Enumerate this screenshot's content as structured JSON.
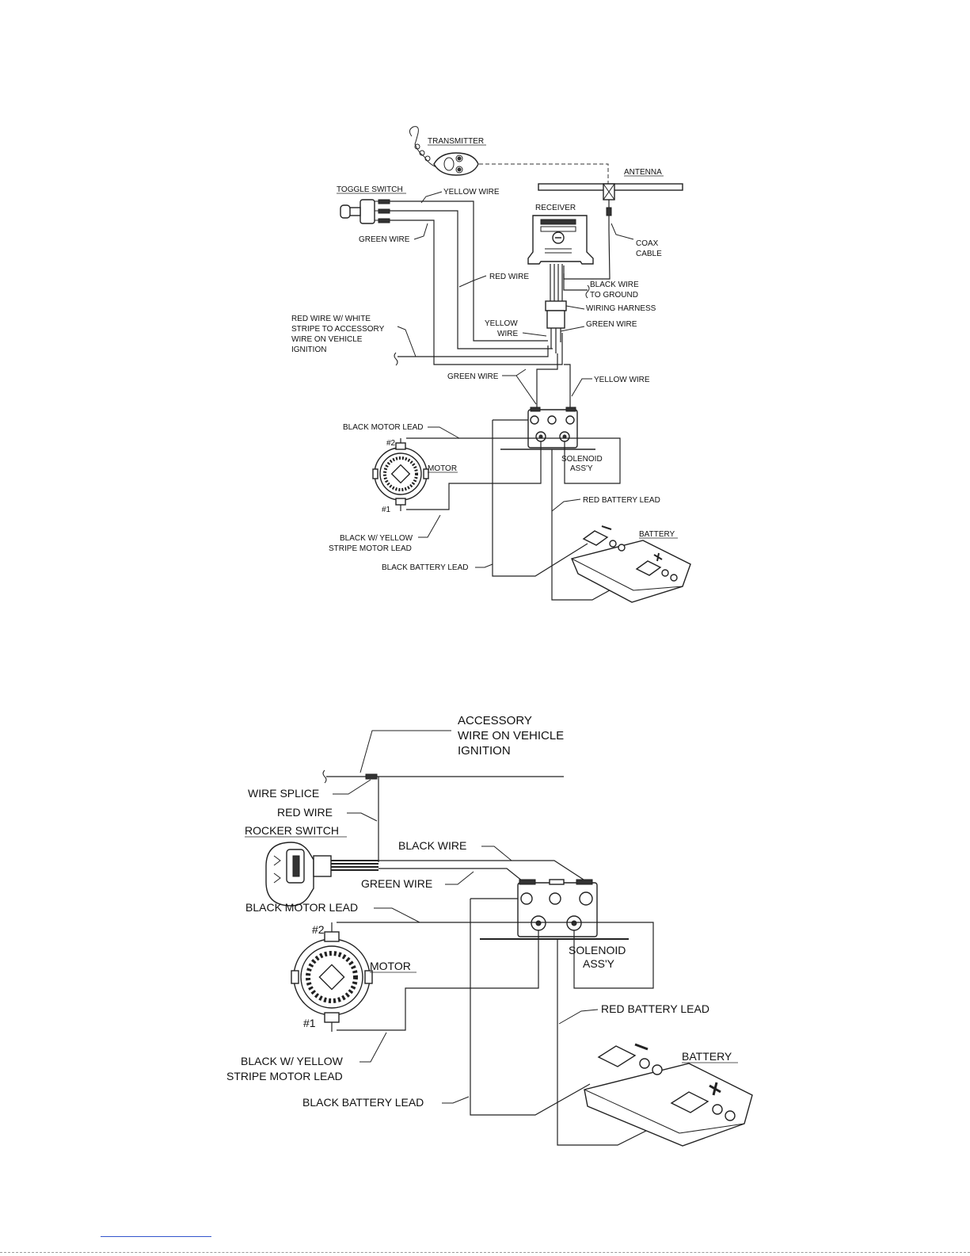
{
  "diagram1": {
    "labels": {
      "transmitter": "TRANSMITTER",
      "antenna": "ANTENNA",
      "toggle_switch": "TOGGLE SWITCH",
      "yellow_wire_top": "YELLOW WIRE",
      "receiver": "RECEIVER",
      "green_wire_top": "GREEN WIRE",
      "coax_1": "COAX",
      "coax_2": "CABLE",
      "red_wire": "RED WIRE",
      "black_wire_ground_1": "BLACK WIRE",
      "black_wire_ground_2": "TO GROUND",
      "wiring_harness": "WIRING HARNESS",
      "accessory_1": "RED WIRE W/ WHITE",
      "accessory_2": "STRIPE TO ACCESSORY",
      "accessory_3": "WIRE ON VEHICLE",
      "accessory_4": "IGNITION",
      "yellow_wire_mid_1": "YELLOW",
      "yellow_wire_mid_2": "WIRE",
      "green_wire_right": "GREEN WIRE",
      "green_wire_bottom": "GREEN WIRE",
      "yellow_wire_bottom": "YELLOW WIRE",
      "black_motor_lead": "BLACK MOTOR LEAD",
      "motor_terminal_2": "#2",
      "motor": "MOTOR",
      "motor_terminal_1": "#1",
      "solenoid_1": "SOLENOID",
      "solenoid_2": "ASS'Y",
      "red_battery_lead": "RED BATTERY LEAD",
      "battery": "BATTERY",
      "black_yellow_1": "BLACK W/ YELLOW",
      "black_yellow_2": "STRIPE MOTOR LEAD",
      "black_battery_lead": "BLACK BATTERY LEAD"
    }
  },
  "diagram2": {
    "labels": {
      "accessory_1": "ACCESSORY",
      "accessory_2": "WIRE ON VEHICLE",
      "accessory_3": "IGNITION",
      "wire_splice": "WIRE SPLICE",
      "red_wire": "RED WIRE",
      "rocker_switch": "ROCKER SWITCH",
      "black_wire": "BLACK WIRE",
      "green_wire": "GREEN WIRE",
      "black_motor_lead": "BLACK MOTOR LEAD",
      "motor_terminal_2": "#2",
      "motor": "MOTOR",
      "motor_terminal_1": "#1",
      "solenoid_1": "SOLENOID",
      "solenoid_2": "ASS'Y",
      "red_battery_lead": "RED BATTERY LEAD",
      "battery": "BATTERY",
      "black_yellow_1": "BLACK W/ YELLOW",
      "black_yellow_2": "STRIPE MOTOR LEAD",
      "black_battery_lead": "BLACK BATTERY LEAD"
    }
  }
}
